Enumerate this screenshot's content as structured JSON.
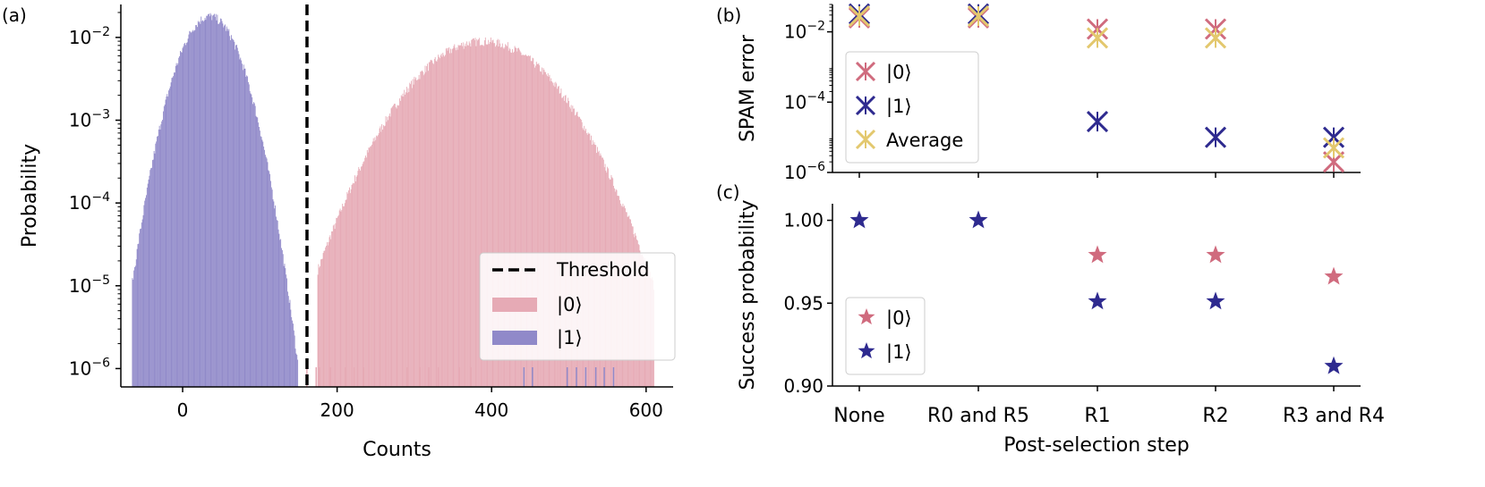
{
  "chart_data": [
    {
      "panel_label": "(a)",
      "type": "histogram",
      "xlabel": "Counts",
      "ylabel": "Probability",
      "xlim": [
        -80,
        635
      ],
      "ylim": [
        6e-07,
        0.025
      ],
      "yscale": "log",
      "xticks": [
        0,
        200,
        400,
        600
      ],
      "yticks": [
        {
          "value": 1e-06,
          "base": "10",
          "exp": "−6"
        },
        {
          "value": 1e-05,
          "base": "10",
          "exp": "−5"
        },
        {
          "value": 0.0001,
          "base": "10",
          "exp": "−4"
        },
        {
          "value": 0.001,
          "base": "10",
          "exp": "−3"
        },
        {
          "value": 0.01,
          "base": "10",
          "exp": "−2"
        }
      ],
      "threshold": {
        "name": "Threshold",
        "x": 161
      },
      "series": [
        {
          "name": "|0⟩",
          "color": "#e6aab5",
          "mean": 389,
          "std": 60,
          "peak": 0.009,
          "min_count": 175,
          "max_count": 610
        },
        {
          "name": "|1⟩",
          "color": "#9089c9",
          "mean": 35,
          "std": 26,
          "peak": 0.018,
          "min_count": -65,
          "max_count": 150
        }
      ],
      "legend_position": "lower-right"
    },
    {
      "panel_label": "(b)",
      "type": "scatter",
      "ylabel": "SPAM error",
      "yscale": "log",
      "ylim": [
        1e-06,
        0.06
      ],
      "yticks": [
        {
          "value": 1e-06,
          "base": "10",
          "exp": "−6"
        },
        {
          "value": 0.0001,
          "base": "10",
          "exp": "−4"
        },
        {
          "value": 0.01,
          "base": "10",
          "exp": "−2"
        }
      ],
      "categories": [
        "None",
        "R0 and R5",
        "R1",
        "R2",
        "R3 and R4"
      ],
      "series": [
        {
          "name": "|0⟩",
          "color": "#d06b7e",
          "values": [
            0.025,
            0.025,
            0.012,
            0.012,
            2e-06
          ]
        },
        {
          "name": "|1⟩",
          "color": "#2e2a8f",
          "values": [
            0.032,
            0.032,
            2.8e-05,
            1e-05,
            1e-05
          ]
        },
        {
          "name": "Average",
          "color": "#e3c86e",
          "values": [
            0.028,
            0.028,
            0.0067,
            0.0067,
            5e-06
          ]
        }
      ],
      "legend_position": "middle-left"
    },
    {
      "panel_label": "(c)",
      "type": "scatter",
      "xlabel": "Post-selection step",
      "ylabel": "Success probability",
      "ylim": [
        0.9,
        1.01
      ],
      "yticks": [
        0.9,
        0.95,
        1.0
      ],
      "categories": [
        "None",
        "R0 and R5",
        "R1",
        "R2",
        "R3 and R4"
      ],
      "series": [
        {
          "name": "|0⟩",
          "color": "#d06b7e",
          "values": [
            null,
            null,
            0.979,
            0.979,
            0.966
          ]
        },
        {
          "name": "|1⟩",
          "color": "#2e2a8f",
          "values": [
            1.0,
            1.0,
            0.951,
            0.951,
            0.912
          ]
        }
      ],
      "legend_position": "lower-left"
    }
  ]
}
